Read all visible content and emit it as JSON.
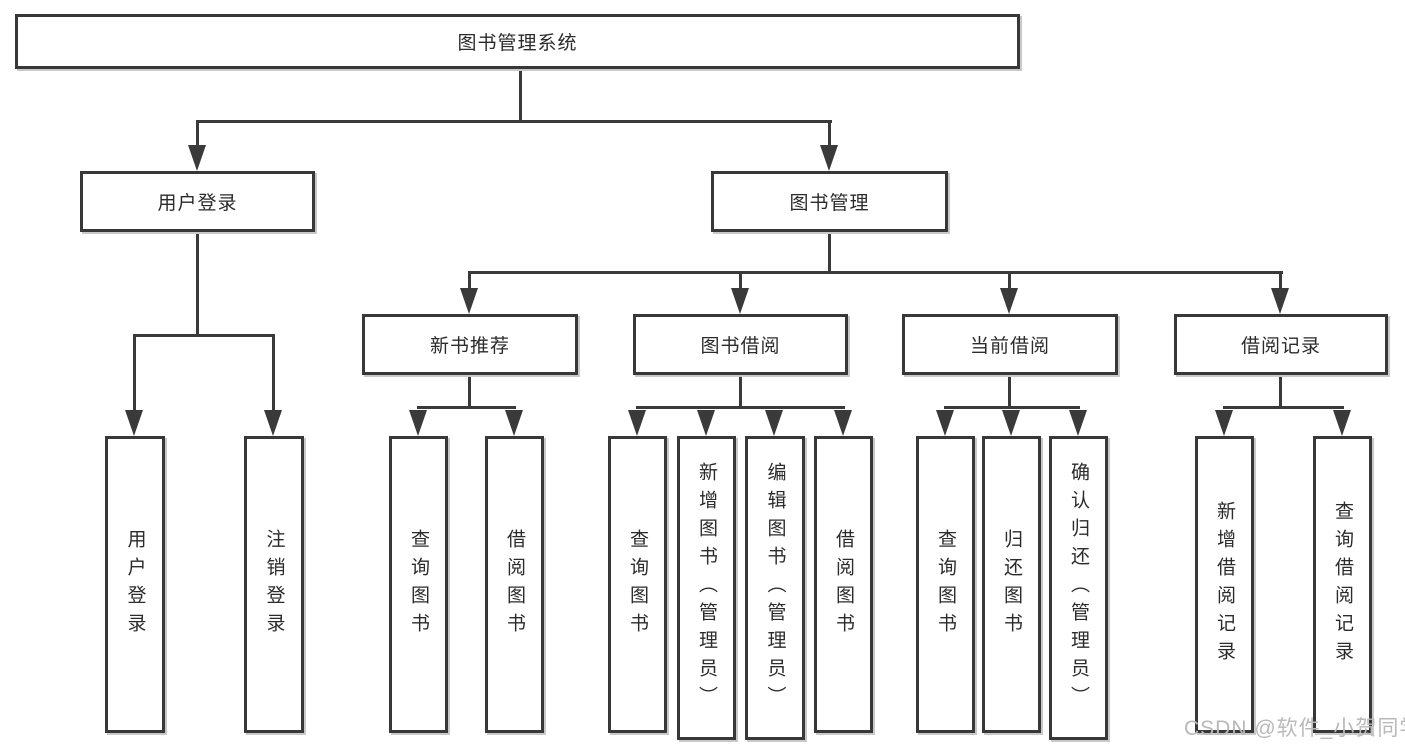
{
  "colors": {
    "line": "#3a3a3a",
    "border": "#383838",
    "text": "#2b2b2b",
    "watermark": "#b9b9b9",
    "background": "#ffffff"
  },
  "diagram": {
    "title": "图书管理系统",
    "level2": {
      "user_login": "用户登录",
      "book_mgmt": "图书管理"
    },
    "level3": {
      "new_books": "新书推荐",
      "book_borrow": "图书借阅",
      "current_borrow": "当前借阅",
      "borrow_records": "借阅记录"
    },
    "leaves": {
      "user_login": [
        "用户登录",
        "注销登录"
      ],
      "new_books": [
        "查询图书",
        "借阅图书"
      ],
      "book_borrow": [
        "查询图书",
        "新增图书（管理员）",
        "编辑图书（管理员）",
        "借阅图书"
      ],
      "current_borrow": [
        "查询图书",
        "归还图书",
        "确认归还（管理员）"
      ],
      "borrow_records": [
        "新增借阅记录",
        "查询借阅记录"
      ]
    }
  },
  "watermark": "CSDN @软件_小贺同学"
}
